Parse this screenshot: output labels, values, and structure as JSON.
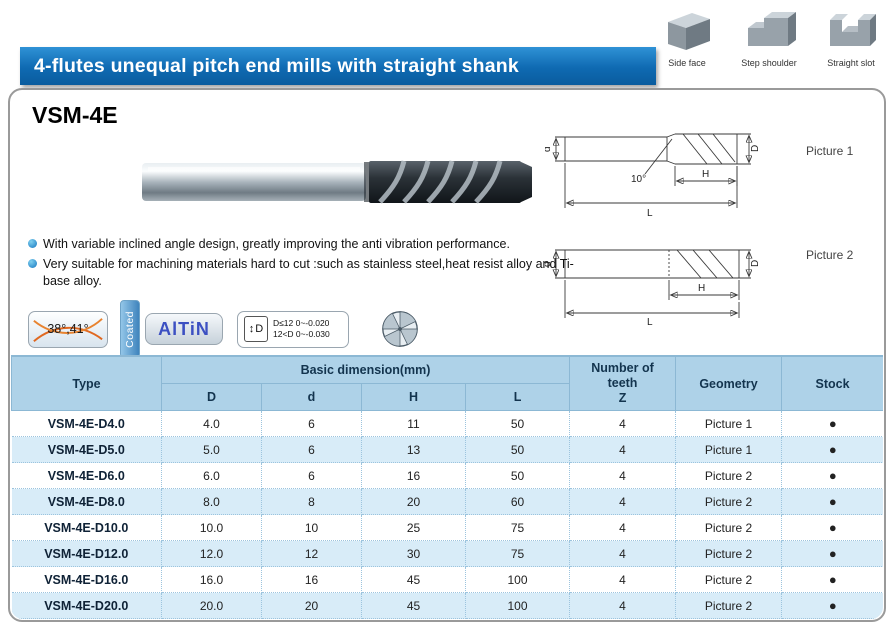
{
  "banner": {
    "title": "4-flutes unequal pitch end mills with straight shank"
  },
  "corner_icons": [
    {
      "label": "Side face"
    },
    {
      "label": "Step shoulder"
    },
    {
      "label": "Straight slot"
    }
  ],
  "product": {
    "model": "VSM-4E",
    "features": [
      "With variable inclined angle design, greatly improving the anti vibration performance.",
      "Very suitable for machining materials hard to cut :such as stainless steel,heat resist alloy and Ti-base alloy."
    ],
    "badges": {
      "helix_angle": "38°,41°",
      "coated": "Coated",
      "coating": "AlTiN",
      "tolerance": {
        "arrow_icon": "↕",
        "symbol": "D",
        "line1": "D≤12  0~-0.020",
        "line2": "12<D  0~-0.030"
      }
    },
    "drawings": [
      {
        "caption": "Picture 1",
        "labels": {
          "d": "d",
          "D": "D",
          "H": "H",
          "L": "L",
          "angle": "10°"
        }
      },
      {
        "caption": "Picture 2",
        "labels": {
          "d": "d",
          "D": "D",
          "H": "H",
          "L": "L"
        }
      }
    ]
  },
  "table": {
    "header": {
      "type": "Type",
      "basic_dimension": "Basic dimension(mm)",
      "dims": [
        "D",
        "d",
        "H",
        "L"
      ],
      "teeth": "Number of\nteeth\nZ",
      "geometry": "Geometry",
      "stock": "Stock"
    },
    "rows": [
      {
        "type": "VSM-4E-D4.0",
        "D": "4.0",
        "d": "6",
        "H": "11",
        "L": "50",
        "z": "4",
        "geometry": "Picture 1",
        "stock": "●"
      },
      {
        "type": "VSM-4E-D5.0",
        "D": "5.0",
        "d": "6",
        "H": "13",
        "L": "50",
        "z": "4",
        "geometry": "Picture 1",
        "stock": "●"
      },
      {
        "type": "VSM-4E-D6.0",
        "D": "6.0",
        "d": "6",
        "H": "16",
        "L": "50",
        "z": "4",
        "geometry": "Picture 2",
        "stock": "●"
      },
      {
        "type": "VSM-4E-D8.0",
        "D": "8.0",
        "d": "8",
        "H": "20",
        "L": "60",
        "z": "4",
        "geometry": "Picture 2",
        "stock": "●"
      },
      {
        "type": "VSM-4E-D10.0",
        "D": "10.0",
        "d": "10",
        "H": "25",
        "L": "75",
        "z": "4",
        "geometry": "Picture 2",
        "stock": "●"
      },
      {
        "type": "VSM-4E-D12.0",
        "D": "12.0",
        "d": "12",
        "H": "30",
        "L": "75",
        "z": "4",
        "geometry": "Picture 2",
        "stock": "●"
      },
      {
        "type": "VSM-4E-D16.0",
        "D": "16.0",
        "d": "16",
        "H": "45",
        "L": "100",
        "z": "4",
        "geometry": "Picture 2",
        "stock": "●"
      },
      {
        "type": "VSM-4E-D20.0",
        "D": "20.0",
        "d": "20",
        "H": "45",
        "L": "100",
        "z": "4",
        "geometry": "Picture 2",
        "stock": "●"
      }
    ]
  },
  "colors": {
    "banner_blue": "#0f6ab2",
    "table_header_blue": "#aed2e8",
    "row_alt_blue": "#d8ecf8",
    "accent_orange": "#e06820"
  }
}
